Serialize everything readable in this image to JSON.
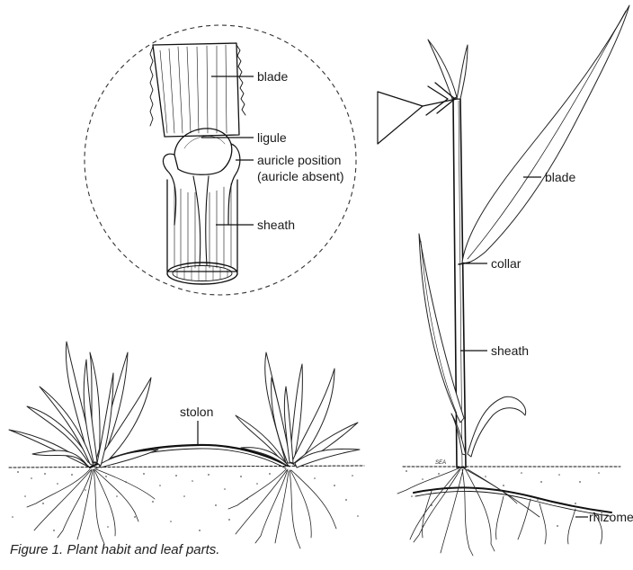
{
  "labels": {
    "inset_blade": "blade",
    "ligule": "ligule",
    "auricle_line1": "auricle position",
    "auricle_line2": "(auricle absent)",
    "inset_sheath": "sheath",
    "stolon": "stolon",
    "blade": "blade",
    "collar": "collar",
    "sheath": "sheath",
    "rhizome": "rhizome",
    "signature": "SEA"
  },
  "caption": "Figure 1.  Plant habit and leaf parts."
}
